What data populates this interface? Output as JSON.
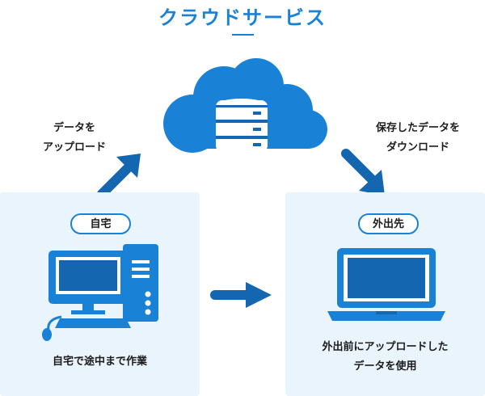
{
  "title": "クラウドサービス",
  "upload_note": [
    "データを",
    "アップロード"
  ],
  "download_note": [
    "保存したデータを",
    "ダウンロード"
  ],
  "home_panel": {
    "badge": "自宅",
    "caption": "自宅で途中まで作業"
  },
  "away_panel": {
    "badge": "外出先",
    "caption": [
      "外出前にアップロードした",
      "データを使用"
    ]
  },
  "colors": {
    "primary": "#1a82d6",
    "dark_blue": "#1466b1",
    "panel_bg": "#e9f4fc",
    "text": "#1b1b1b"
  },
  "icons": [
    "cloud-icon",
    "database-icon",
    "arrow-upright-icon",
    "arrow-downright-icon",
    "arrow-right-icon",
    "desktop-monitor-icon",
    "pc-tower-icon",
    "keyboard-icon",
    "mouse-icon",
    "laptop-icon"
  ]
}
